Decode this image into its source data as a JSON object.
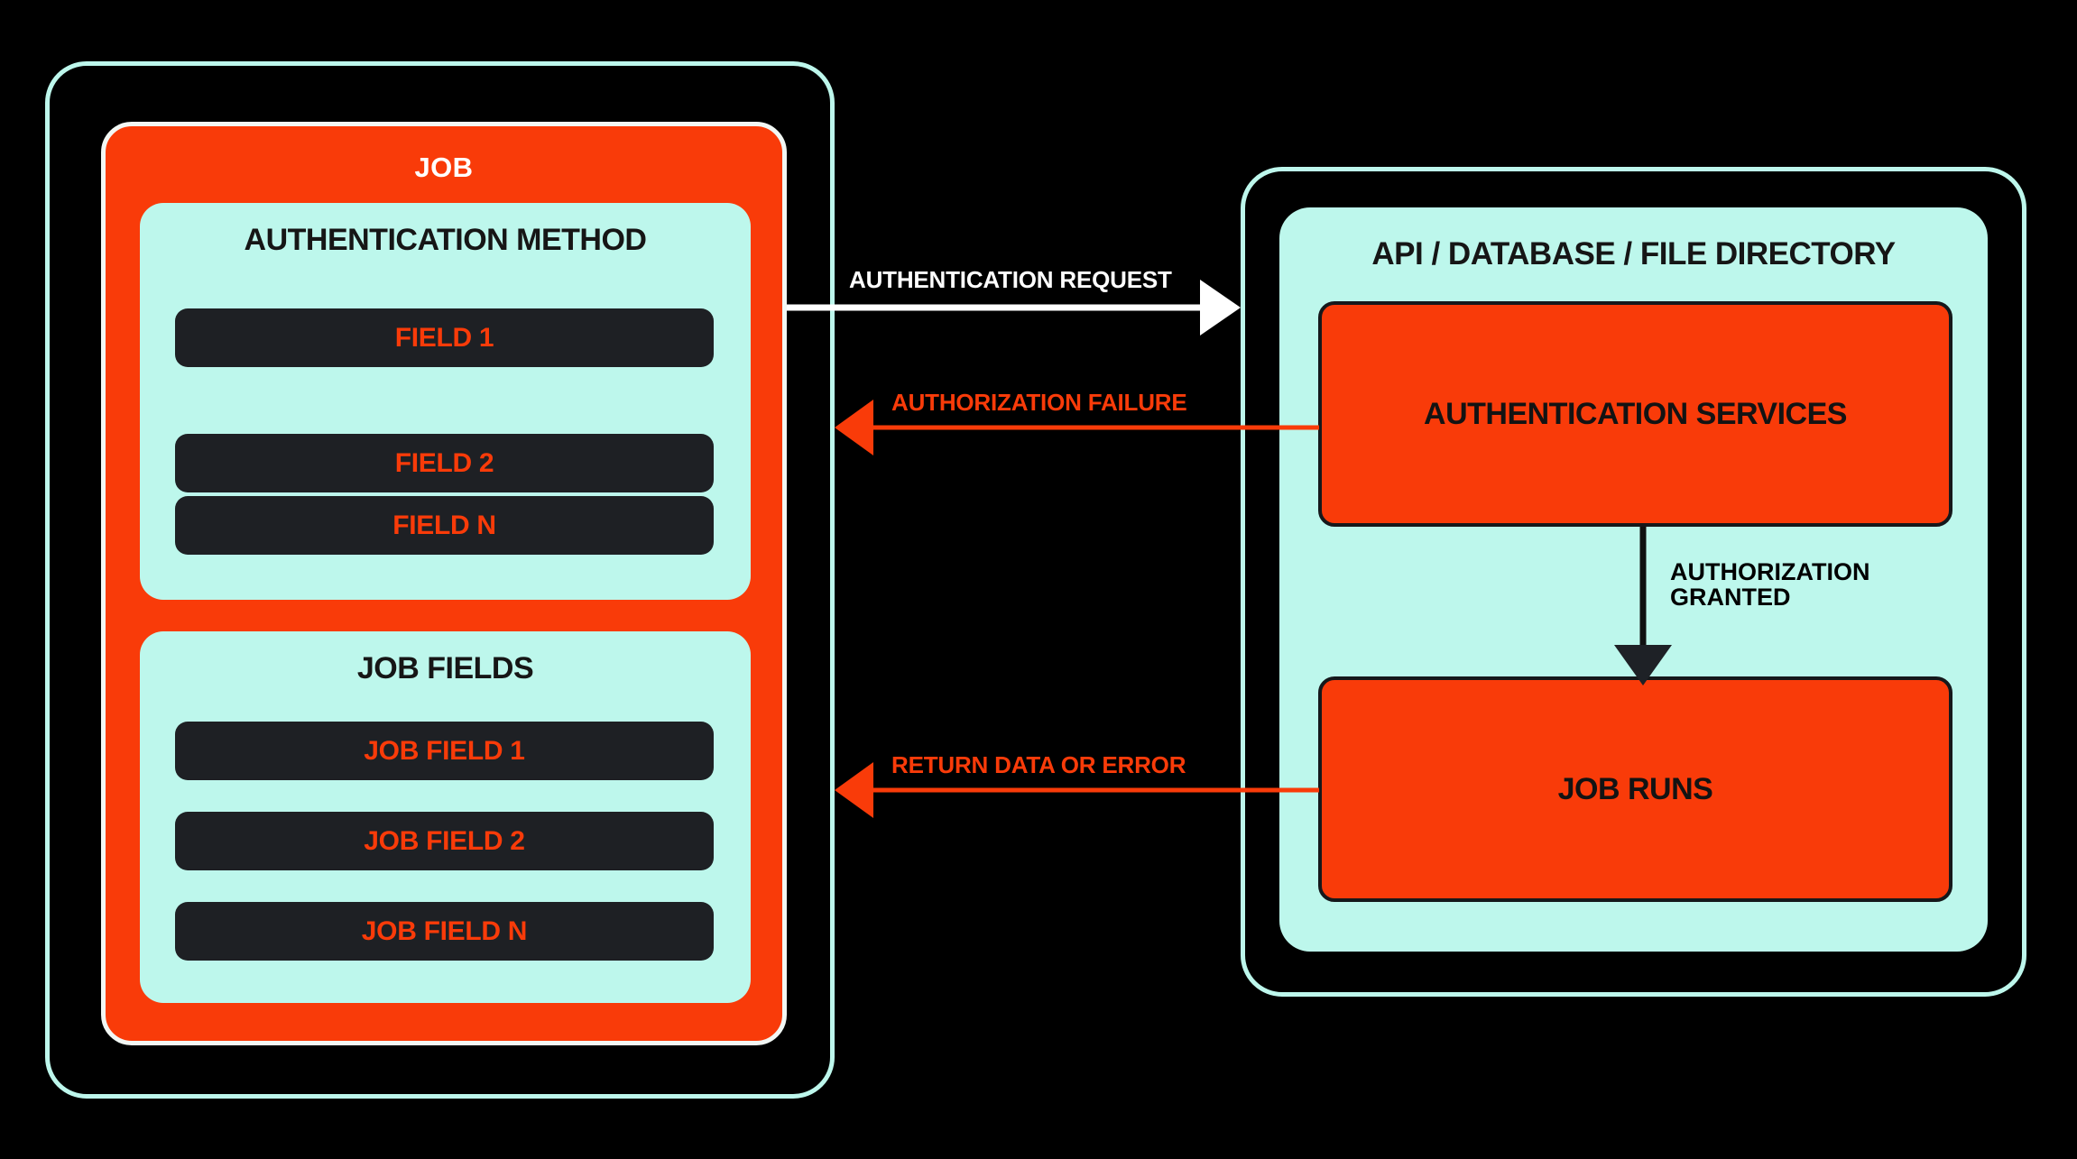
{
  "diagram": {
    "background_color": "#000000",
    "palette": {
      "red": "#F93B09",
      "mint": "#BDF7EC",
      "dark_pill": "#1E2024",
      "white": "#FFFFFF",
      "black": "#000000"
    }
  },
  "left_container": {
    "name": "job-outer-frame",
    "card": {
      "title": "JOB",
      "panels": [
        {
          "title": "AUTHENTICATION METHOD",
          "fields": [
            "FIELD 1",
            "FIELD 2",
            "FIELD N"
          ]
        },
        {
          "title": "JOB FIELDS",
          "fields": [
            "JOB FIELD 1",
            "JOB FIELD 2",
            "JOB FIELD N"
          ]
        }
      ]
    }
  },
  "right_container": {
    "name": "api-outer-frame",
    "panel": {
      "title": "API / DATABASE / FILE DIRECTORY",
      "boxes": [
        {
          "label": "AUTHENTICATION SERVICES"
        },
        {
          "label": "JOB RUNS"
        }
      ]
    }
  },
  "connectors": [
    {
      "id": "auth-request",
      "label": "AUTHENTICATION REQUEST",
      "color": "#FFFFFF",
      "direction": "left-to-right"
    },
    {
      "id": "authorization-failure",
      "label": "AUTHORIZATION FAILURE",
      "color": "#F93B09",
      "direction": "right-to-left"
    },
    {
      "id": "authorization-granted",
      "label_line1": "AUTHORIZATION",
      "label_line2": "GRANTED",
      "color": "#000000",
      "direction": "top-to-bottom"
    },
    {
      "id": "return-data-or-error",
      "label": "RETURN DATA OR ERROR",
      "color": "#F93B09",
      "direction": "right-to-left"
    }
  ]
}
